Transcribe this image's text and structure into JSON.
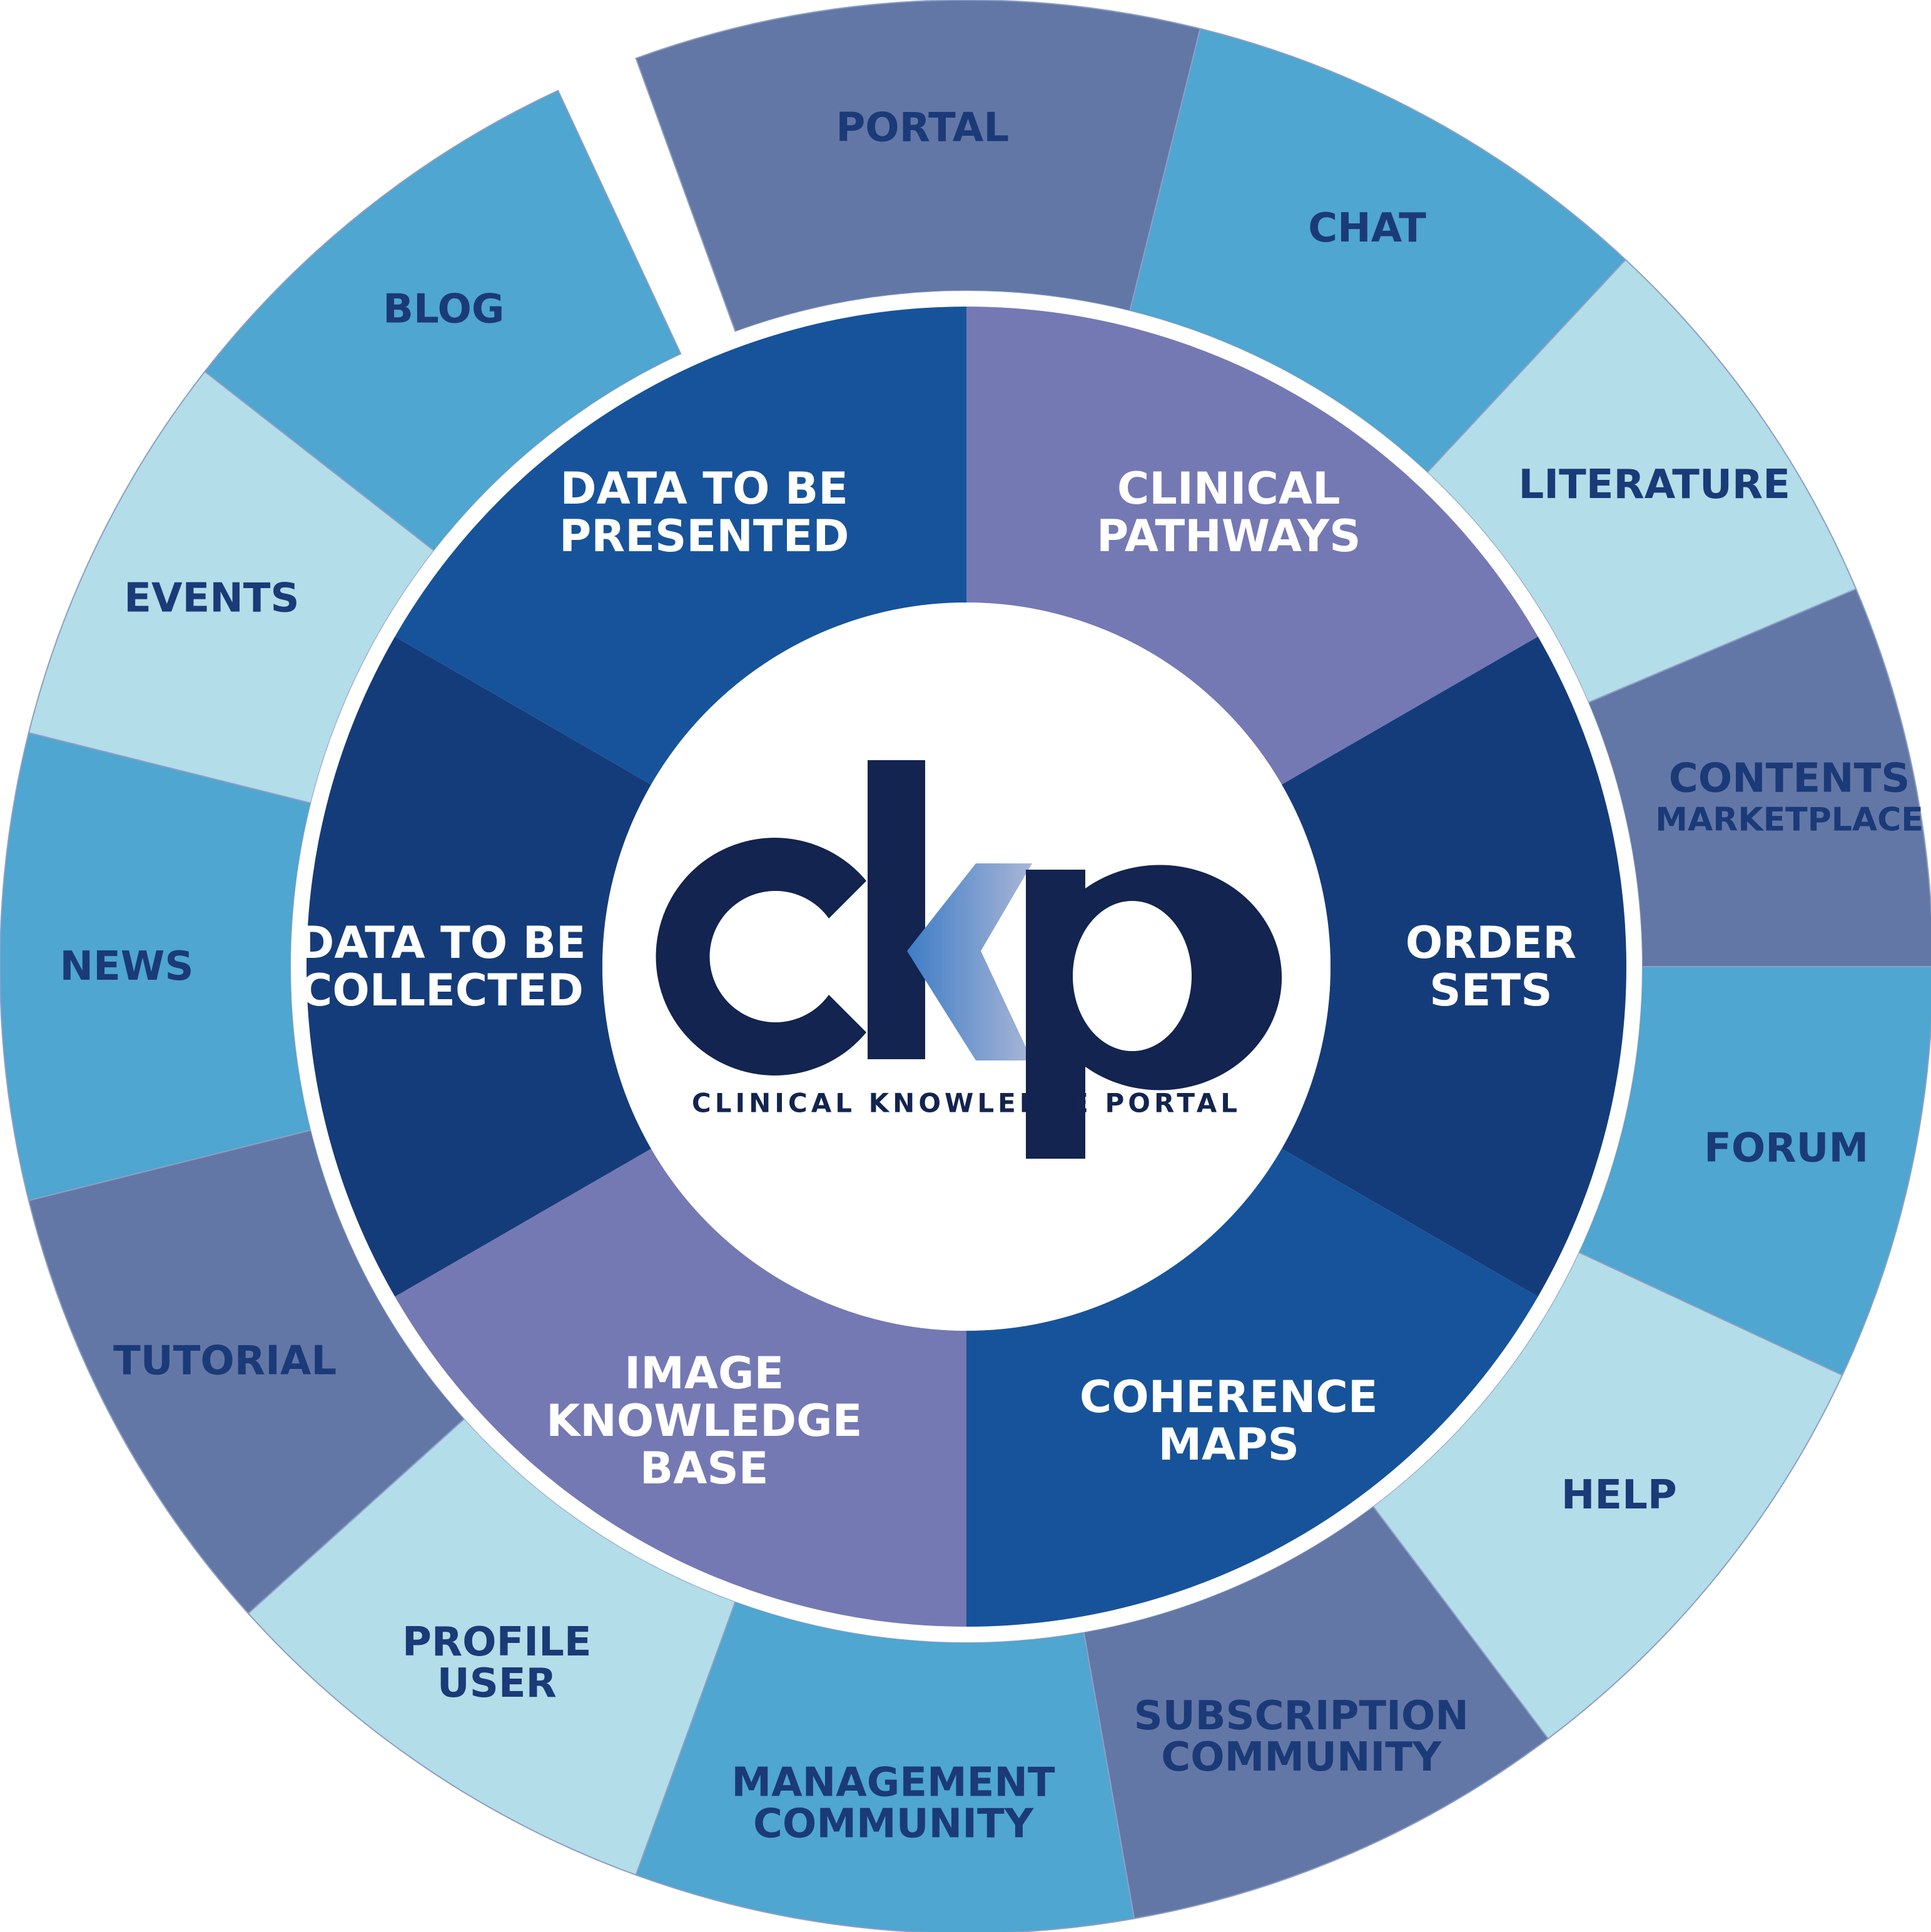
{
  "colors": {
    "outer_segments": [
      "#6377a7",
      "#4ea6d1",
      "#b3dde8",
      "#6377a7",
      "#4ea6d1",
      "#b3dde8",
      "#4ea6d1",
      "#6377a7",
      "#4ea6d1",
      "#b3dde8",
      "#6377a7",
      "#4ea6d1",
      "#b3dde8",
      "#4ea6d1",
      "#4ea6d1"
    ],
    "inner_segments": [
      "#7479b4",
      "#153c7a",
      "#17539b",
      "#7479b4",
      "#153c7a",
      "#17539b"
    ],
    "ring_gap": "#ffffff",
    "center": "#ffffff",
    "logo_dark": "#12244f",
    "logo_accent_start": "#3f7dc6",
    "logo_accent_end": "#a9b6d6"
  },
  "outer_ring": {
    "segments": [
      {
        "lines": [
          "PORTAL"
        ],
        "icon": "none"
      },
      {
        "lines": [
          "CHAT"
        ]
      },
      {
        "lines": [
          "LITERATURE"
        ]
      },
      {
        "lines": [
          "CONTENTS",
          "MARKETPLACE"
        ]
      },
      {
        "lines": [
          "FORUM"
        ]
      },
      {
        "lines": [
          "HELP"
        ]
      },
      {
        "lines": [
          "SUBSCRIPTION",
          "COMMUNITY"
        ]
      },
      {
        "lines": [
          "MANAGEMENT",
          "COMMUNITY"
        ]
      },
      {
        "lines": [
          "PROFILE",
          "USER"
        ]
      },
      {
        "lines": [
          "TUTORIAL"
        ]
      },
      {
        "lines": [
          "NEWS"
        ]
      },
      {
        "lines": [
          "EVENTS"
        ]
      },
      {
        "lines": [
          "BLOG"
        ]
      }
    ]
  },
  "inner_ring": {
    "segments": [
      {
        "lines": [
          "CLINICAL",
          "PATHWAYS"
        ]
      },
      {
        "lines": [
          "ORDER",
          "SETS"
        ]
      },
      {
        "lines": [
          "COHERENCE",
          "MAPS"
        ]
      },
      {
        "lines": [
          "IMAGE",
          "KNOWLEDGE",
          "BASE"
        ]
      },
      {
        "lines": [
          "DATA TO BE",
          "COLLECTED"
        ]
      },
      {
        "lines": [
          "DATA TO BE",
          "PRESENTED"
        ]
      }
    ]
  },
  "logo": {
    "letters": "ckp",
    "subtitle": "CLINICAL KNOWLEDGE PORTAL"
  }
}
